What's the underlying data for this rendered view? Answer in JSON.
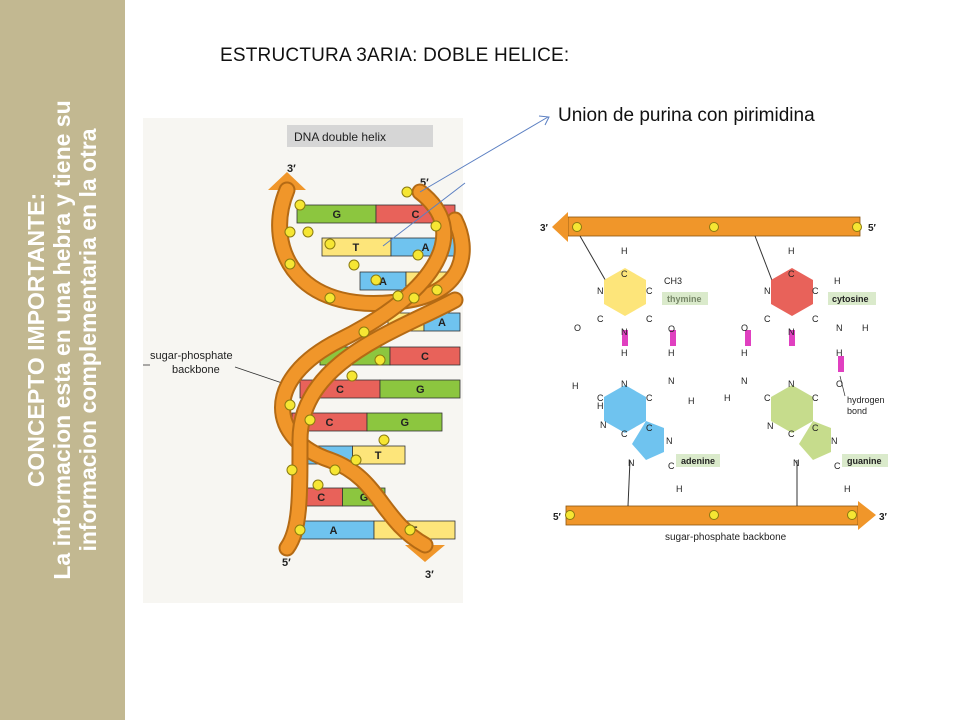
{
  "sidebar": {
    "line1": "CONCEPTO IMPORTANTE:",
    "line2": "La informacion esta en una hebra y tiene su",
    "line3": "informacion complementaria en la otra"
  },
  "title": "ESTRUCTURA 3ARIA: DOBLE HELICE:",
  "union_label": "Union de purina con pirimidina",
  "helix": {
    "header": "DNA double helix",
    "backbone_label_1": "sugar-phosphate",
    "backbone_label_2": "backbone",
    "end_3_top": "3′",
    "end_5_top": "5′",
    "end_5_bottom": "5′",
    "end_3_bottom": "3′",
    "pairs": [
      {
        "left": "G",
        "right": "C"
      },
      {
        "left": "T",
        "right": "A"
      },
      {
        "left": "A",
        "right": "T"
      },
      {
        "left": "T",
        "right": "A"
      },
      {
        "left": "G",
        "right": "C"
      },
      {
        "left": "C",
        "right": "G"
      },
      {
        "left": "C",
        "right": "G"
      },
      {
        "left": "A",
        "right": "T"
      },
      {
        "left": "C",
        "right": "G"
      },
      {
        "left": "A",
        "right": "T"
      }
    ]
  },
  "pairing": {
    "end_3_top": "3′",
    "end_5_top": "5′",
    "end_5_bottom": "5′",
    "end_3_bottom": "3′",
    "thymine": "thymine",
    "cytosine": "cytosine",
    "adenine": "adenine",
    "guanine": "guanine",
    "hydrogen_bond_1": "hydrogen",
    "hydrogen_bond_2": "bond",
    "backbone_label": "sugar-phosphate backbone",
    "atoms": {
      "H": "H",
      "C": "C",
      "N": "N",
      "O": "O",
      "CH3": "CH3"
    }
  },
  "colors": {
    "sidebar": "#c2b891",
    "backbone": "#f0962a",
    "thymine": "#fde57a",
    "adenine": "#6fc3ef",
    "cytosine": "#e8625a",
    "guanine": "#c6dc8c",
    "base_green": "#8cc63f",
    "base_red": "#e8625a",
    "base_yellow": "#fde57a",
    "base_blue": "#6fc3ef",
    "hbond": "#e040c0",
    "arrow": "#5b7fc2"
  }
}
